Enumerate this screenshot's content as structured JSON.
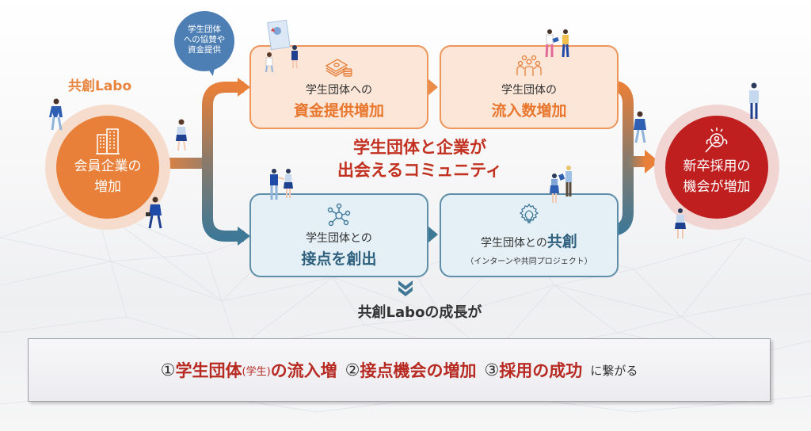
{
  "brand": {
    "label": "共創Labo"
  },
  "bubble": {
    "lines": [
      "学生団体",
      "への協賛や",
      "資金提供"
    ]
  },
  "left_circle": {
    "icon": "office-building-icon",
    "line1": "会員企業の",
    "line2": "増加"
  },
  "right_circle": {
    "icon": "recruit-search-icon",
    "line1": "新卒採用の",
    "line2": "機会が増加"
  },
  "boxes": [
    {
      "icon": "money-stack-icon",
      "line1": "学生団体への",
      "line2": "資金提供増加"
    },
    {
      "icon": "group-people-icon",
      "line1": "学生団体の",
      "line2": "流入数増加"
    },
    {
      "icon": "network-nodes-icon",
      "line1": "学生団体との",
      "line2": "接点を創出"
    },
    {
      "icon": "lightbulb-gear-icon",
      "line1": "学生団体との",
      "line1_accent": "共創",
      "line3": "（インターンや共同プロジェクト）"
    }
  ],
  "center_title": {
    "line1": "学生団体と企業が",
    "line2": "出会えるコミュニティ"
  },
  "growth": {
    "text": "共創Laboの成長が"
  },
  "banner": {
    "item1_num": "①",
    "item1_a": "学生団体",
    "item1_small": "(学生)",
    "item1_b": "の流入増",
    "item2_num": "②",
    "item2": "接点機会の増加",
    "item3_num": "③",
    "item3": "採用の成功",
    "tail": "に繋がる"
  },
  "colors": {
    "orange": "#e8803a",
    "blue": "#3f7896",
    "red": "#c01f1f",
    "bubble": "#4d7fb5"
  }
}
